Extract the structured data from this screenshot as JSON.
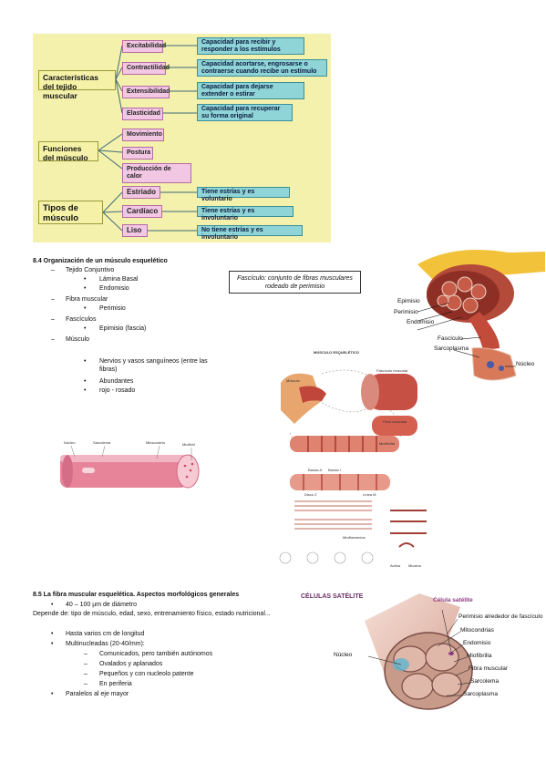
{
  "concept_map": {
    "characteristics": "Características del tejido muscular",
    "functions": "Funciones del músculo",
    "types": "Tipos de músculo",
    "props": [
      "Excitabilidad",
      "Contractilidad",
      "Extensibilidad",
      "Elasticidad"
    ],
    "prop_desc": [
      "Capacidad para recibir y responder a los estímulos",
      "Capacidad acortarse, engrosarse o contraerse cuando recibe un estímulo",
      "Capacidad para dejarse extender o estirar",
      "Capacidad para recuperar su forma original"
    ],
    "funcs": [
      "Movimiento",
      "Postura",
      "Producción de calor"
    ],
    "types_list": [
      "Estriado",
      "Cardíaco",
      "Liso"
    ],
    "type_desc": [
      "Tiene estrías y es voluntario",
      "Tiene estrías y es involuntario",
      "No tiene estrías y es involuntario"
    ]
  },
  "section84": {
    "title": "8.4 Organización de un músculo esquelético",
    "items": [
      {
        "text": "Tejido Conjuntivo",
        "bullet": "–"
      },
      {
        "text": "Lámina Basal",
        "bullet": "•"
      },
      {
        "text": "Endomisio",
        "bullet": "•"
      },
      {
        "text": "Fibra muscular",
        "bullet": "–"
      },
      {
        "text": "Perimisio",
        "bullet": "•"
      },
      {
        "text": "Fascículos",
        "bullet": "–"
      },
      {
        "text": "Epimisio (fascia)",
        "bullet": "•"
      },
      {
        "text": "Músculo",
        "bullet": "–"
      },
      {
        "text": "Nervios y vasos sanguíneos (entre las fibras)",
        "bullet": "•"
      },
      {
        "text": "Abundantes",
        "bullet": "•"
      },
      {
        "text": "rojo - rosado",
        "bullet": "•"
      }
    ],
    "note": "Fascículo: conjunto de fibras musculares rodeado de perimisio"
  },
  "muscle_diagram": {
    "labels": [
      "Epimisio",
      "Perimisio",
      "Endomisio",
      "Fascículo",
      "Sarcoplasma",
      "Núcleo"
    ]
  },
  "fiber_diagram": {
    "labels": [
      "Núcleo",
      "Sarcolema",
      "Mitocondria",
      "Miofibril"
    ]
  },
  "skeletal_diagram": {
    "title": "MÚSCULO ESQUELÉTICO",
    "labels": [
      "Músculo",
      "Fascículo muscular",
      "Fibra muscular",
      "Miofibrilla",
      "Banda A",
      "Banda I",
      "Disco Z",
      "Línea M",
      "Miofilamentos",
      "Actina",
      "Miosina"
    ]
  },
  "section85": {
    "title": "8.5 La fibra muscular esquelética. Aspectos morfológicos generales",
    "diameter": "40 – 100 µm de diámetro",
    "depends": "Depende de: tipo de músculo, edad, sexo, entrenamiento físico, estado nutricional...",
    "items": [
      {
        "text": "Hasta varios cm de longitud",
        "bullet": "•"
      },
      {
        "text": "Multinucleadas (20-40/mm):",
        "bullet": "•"
      },
      {
        "text": "Comunicados, pero también autónomos",
        "bullet": "–"
      },
      {
        "text": "Ovalados y aplanados",
        "bullet": "–"
      },
      {
        "text": "Pequeños y con nucleolo patente",
        "bullet": "–"
      },
      {
        "text": "En periferia",
        "bullet": "–"
      },
      {
        "text": "Paralelos al eje mayor",
        "bullet": "•"
      }
    ]
  },
  "satellite_diagram": {
    "title": "CÉLULAS SATÉLITE",
    "labels": [
      "Célula satélite",
      "Perimisio alrededor de fascículo",
      "Mitocondrias",
      "Endomisio",
      "Miofibrilla",
      "Fibra muscular",
      "Sarcolema",
      "Sarcoplasma",
      "Núcleo"
    ]
  },
  "colors": {
    "map_bg": "#f4f1ad",
    "pink": "#f2c7e3",
    "cyan": "#8fd4d6",
    "muscle": "#b34a3a"
  }
}
